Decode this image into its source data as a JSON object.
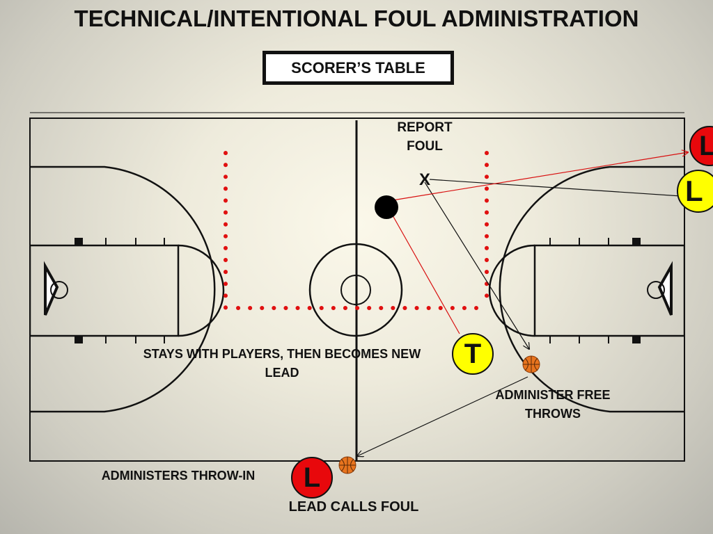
{
  "title": "TECHNICAL/INTENTIONAL FOUL ADMINISTRATION",
  "scorers_table": "SCORER’S TABLE",
  "labels": {
    "report_foul": "REPORT\nFOUL",
    "x_mark": "X",
    "stays_with_players": "STAYS WITH PLAYERS, THEN BECOMES NEW\nLEAD",
    "administer_free_throws": "ADMINISTER FREE\nTHROWS",
    "administers_throw_in": "ADMINISTERS THROW-IN",
    "lead_calls_foul": "LEAD CALLS FOUL"
  },
  "officials": {
    "lead_bottom": "L",
    "trail": "T",
    "lead_new": "L",
    "lead_old_red": "L"
  },
  "colors": {
    "lead_red": "#e8080c",
    "trail_yellow": "#ffff00",
    "dotted_line": "#e01010",
    "ball_orange": "#e8741e",
    "arrow_black": "#111111",
    "arrow_red": "#d81010"
  }
}
